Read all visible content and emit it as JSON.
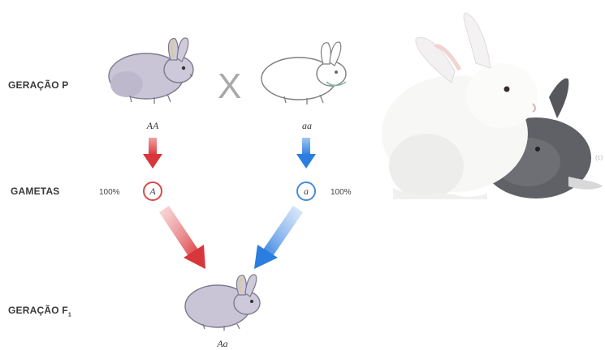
{
  "rows": {
    "p_generation": "GERAÇÃO P",
    "gametes": "GAMETAS",
    "f1_generation_prefix": "GERAÇÃO F",
    "f1_generation_subscript": "1"
  },
  "cross_symbol": "X",
  "parents": {
    "left": {
      "genotype": "AA",
      "coat": "gray"
    },
    "right": {
      "genotype": "aa",
      "coat": "white"
    }
  },
  "gametes": {
    "left": {
      "allele": "A",
      "percent": "100%",
      "color": "#d84a4a"
    },
    "right": {
      "allele": "a",
      "percent": "100%",
      "color": "#4a8ad8"
    }
  },
  "offspring": {
    "genotype": "Aa",
    "coat": "gray"
  },
  "photo": {
    "subjects": [
      "white-rabbit",
      "gray-rabbit"
    ],
    "side_mark": "(c)"
  },
  "colors": {
    "red_arrow": "#d73a3a",
    "blue_arrow": "#2f7fe0"
  }
}
